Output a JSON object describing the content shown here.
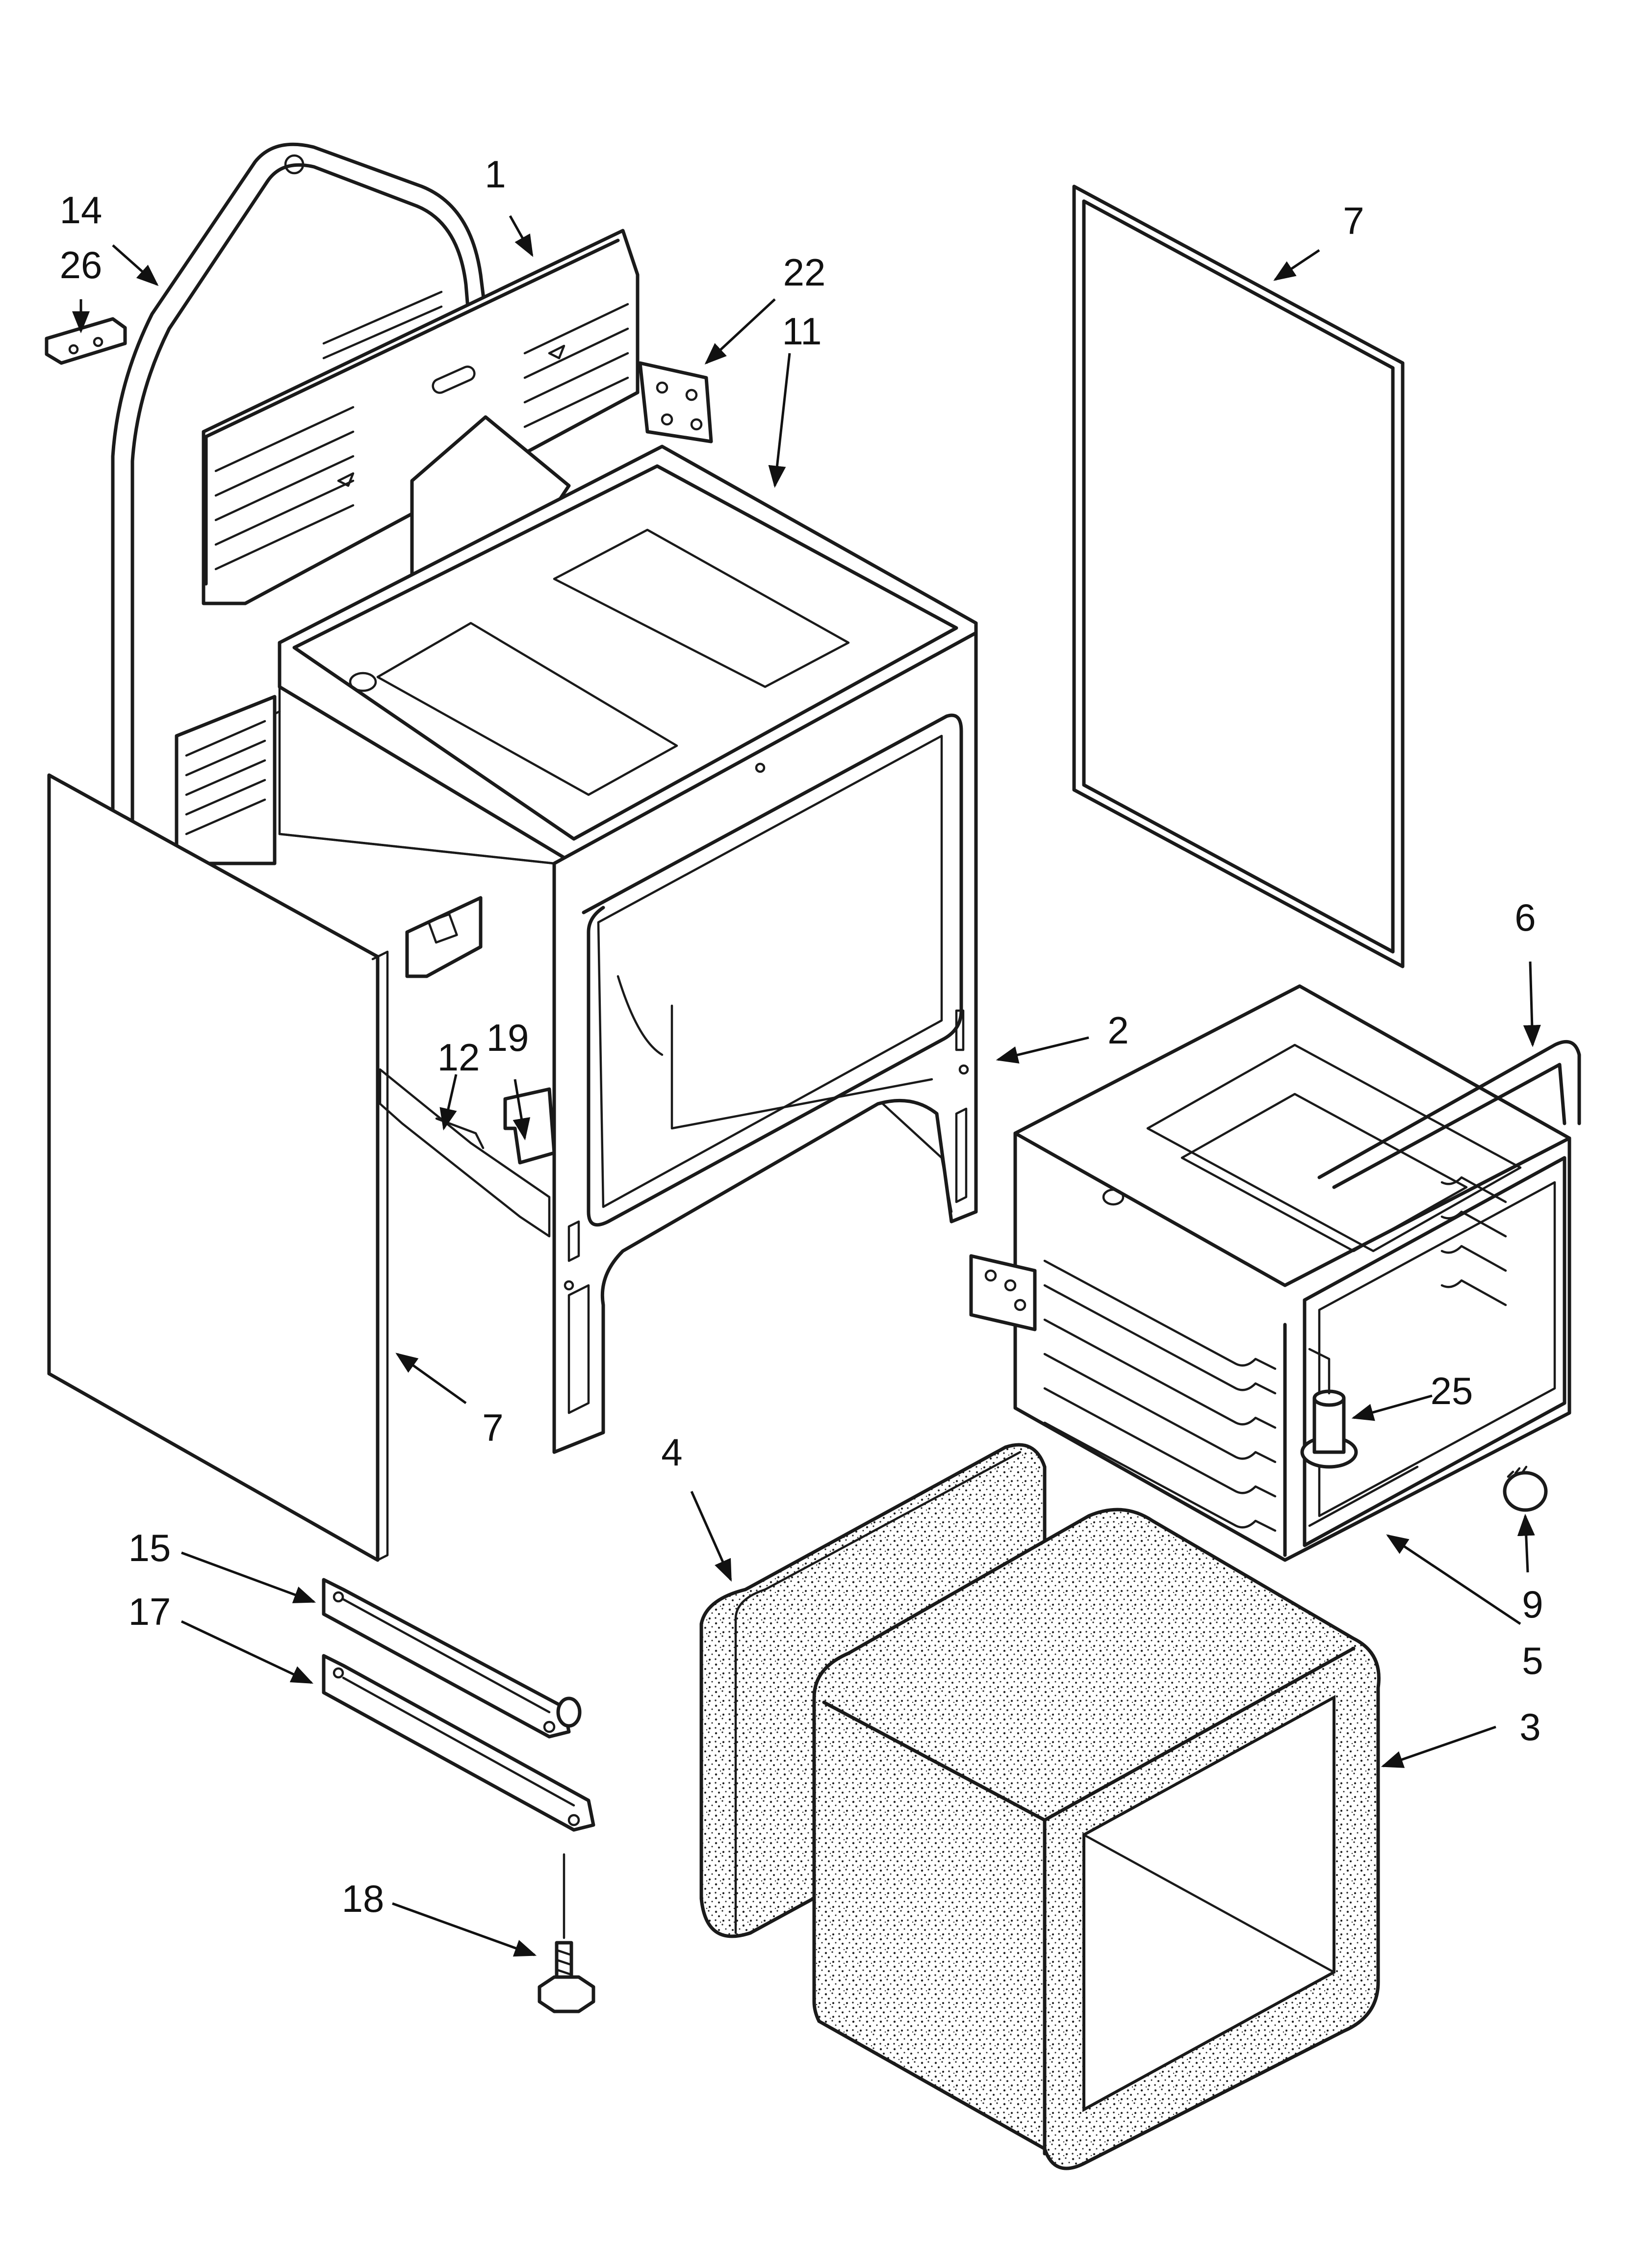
{
  "diagram": {
    "callouts": {
      "c1": "1",
      "c2": "2",
      "c3": "3",
      "c4": "4",
      "c5": "5",
      "c6": "6",
      "c7_top": "7",
      "c7_bottom": "7",
      "c9": "9",
      "c11": "11",
      "c12": "12",
      "c14": "14",
      "c15": "15",
      "c17": "17",
      "c18": "18",
      "c19": "19",
      "c22": "22",
      "c25": "25",
      "c26": "26"
    }
  }
}
